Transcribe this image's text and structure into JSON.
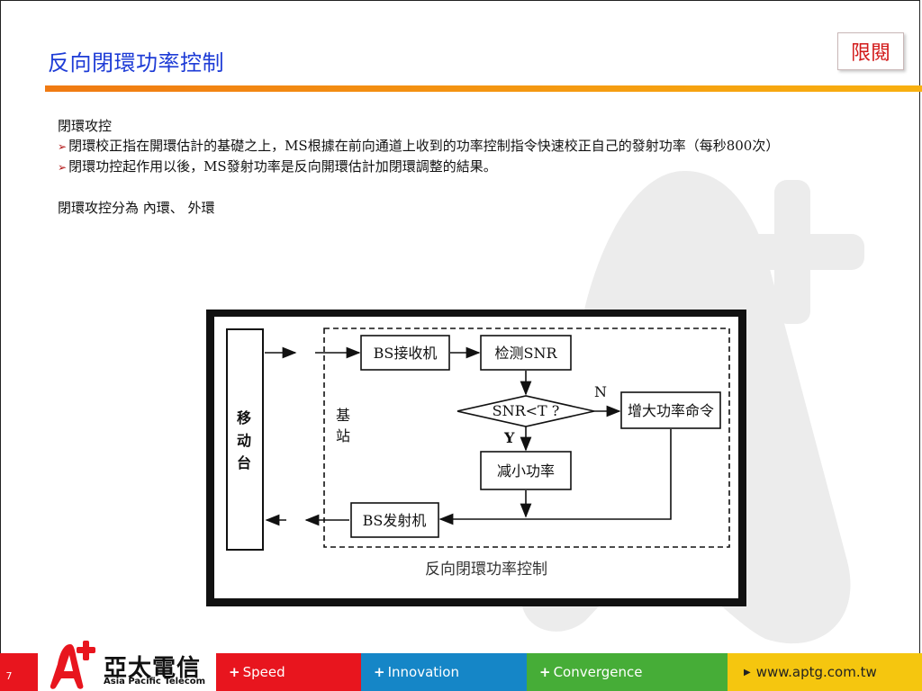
{
  "title": "反向閉環功率控制",
  "badge": "限閱",
  "body": {
    "heading": "閉環攻控",
    "bullets": [
      "閉環校正指在開環估計的基礎之上，MS根據在前向通道上收到的功率控制指令快速校正自己的發射功率（每秒800次）",
      "閉環功控起作用以後，MS發射功率是反向開環估計加閉環調整的結果。"
    ],
    "summary": "閉環攻控分為  內環、 外環"
  },
  "diagram": {
    "mobile_station": "移动台",
    "base_station": "基站",
    "bs_receiver": "BS接收机",
    "detect_snr": "检测SNR",
    "decision": "SNR<T ?",
    "branch_no": "N",
    "branch_yes": "Y",
    "increase_power": "增大功率命令",
    "decrease_power": "减小功率",
    "bs_transmitter": "BS发射机",
    "caption": "反向閉環功率控制"
  },
  "footer": {
    "page_number": "7",
    "logo_cn": "亞太電信",
    "logo_en": "Asia Pacific Telecom",
    "segments": [
      "Speed",
      "Innovation",
      "Convergence"
    ],
    "website": "www.aptg.com.tw"
  },
  "colors": {
    "title": "#1d3bd6",
    "badge": "#d21a1a",
    "orange_bar": "#f07a12",
    "red": "#e8151e",
    "blue": "#1586c7",
    "green": "#46ad37",
    "yellow": "#f5c60f"
  }
}
